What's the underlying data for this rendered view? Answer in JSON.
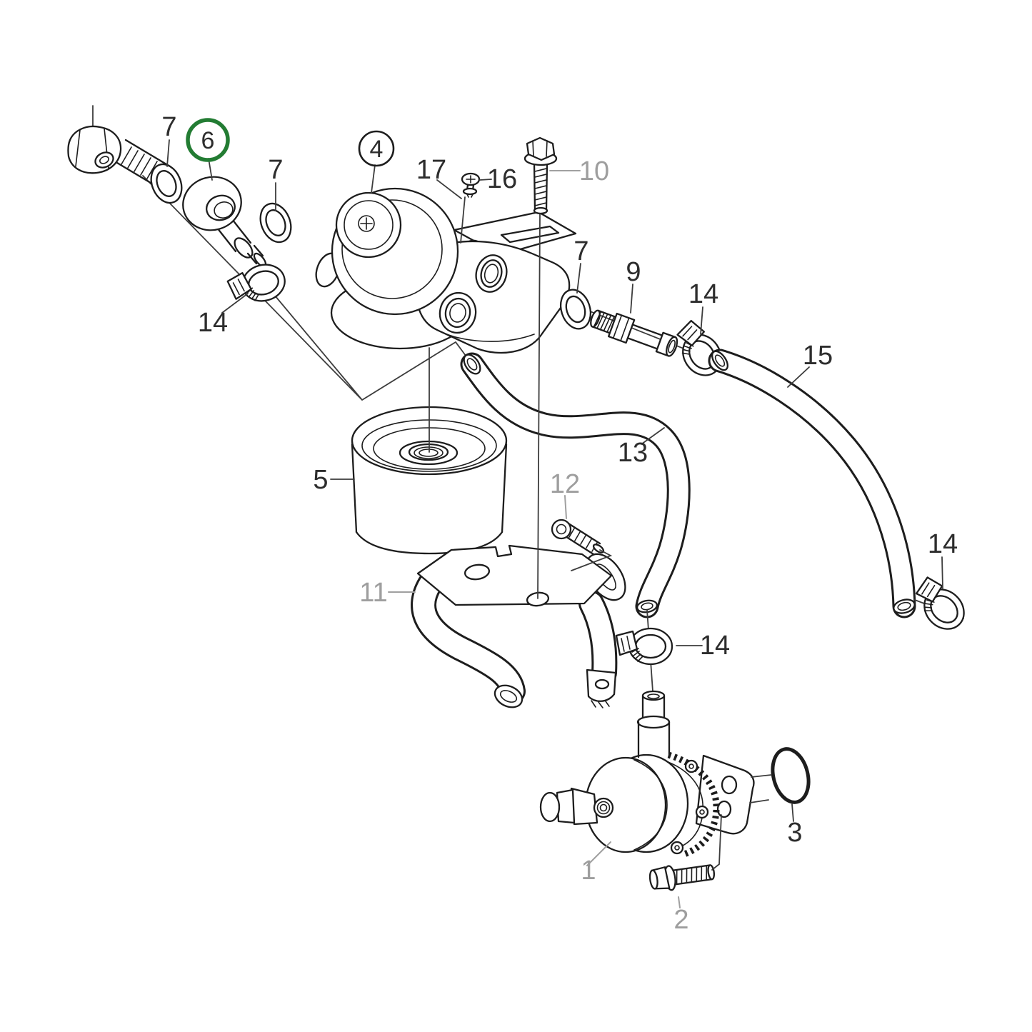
{
  "diagram": {
    "kind": "exploded-parts-diagram",
    "subject": "fuel-pump-and-filter-assembly",
    "colors": {
      "background": "#ffffff",
      "line": "#1d1d1d",
      "label": "#2d2d2d",
      "muted_label": "#9e9e9e",
      "highlight_ring": "#237c33"
    },
    "callouts": [
      {
        "part": "washer-front",
        "text": "7",
        "style": "plain"
      },
      {
        "part": "banjo-fitting",
        "text": "6",
        "style": "circled-green"
      },
      {
        "part": "washer-rear",
        "text": "7",
        "style": "plain"
      },
      {
        "part": "pressure-regulator",
        "text": "4",
        "style": "circled-black"
      },
      {
        "part": "screw-pin",
        "text": "17",
        "style": "plain"
      },
      {
        "part": "vent-screw",
        "text": "16",
        "style": "plain"
      },
      {
        "part": "flange-bolt",
        "text": "10",
        "style": "muted"
      },
      {
        "part": "washer-outlet",
        "text": "7",
        "style": "plain"
      },
      {
        "part": "outlet-nipple",
        "text": "9",
        "style": "plain"
      },
      {
        "part": "clamp-outlet",
        "text": "14",
        "style": "plain"
      },
      {
        "part": "hose-long",
        "text": "15",
        "style": "plain"
      },
      {
        "part": "clamp-banjo",
        "text": "14",
        "style": "plain"
      },
      {
        "part": "hose-to-pump",
        "text": "13",
        "style": "plain"
      },
      {
        "part": "filter-insert",
        "text": "5",
        "style": "plain"
      },
      {
        "part": "bracket-screw",
        "text": "12",
        "style": "muted"
      },
      {
        "part": "bracket",
        "text": "11",
        "style": "muted"
      },
      {
        "part": "clamp-hose-end",
        "text": "14",
        "style": "plain"
      },
      {
        "part": "clamp-pump-inlet",
        "text": "14",
        "style": "plain"
      },
      {
        "part": "o-ring",
        "text": "3",
        "style": "plain"
      },
      {
        "part": "fuel-pump",
        "text": "1",
        "style": "muted"
      },
      {
        "part": "pump-bolt",
        "text": "2",
        "style": "muted"
      }
    ]
  }
}
